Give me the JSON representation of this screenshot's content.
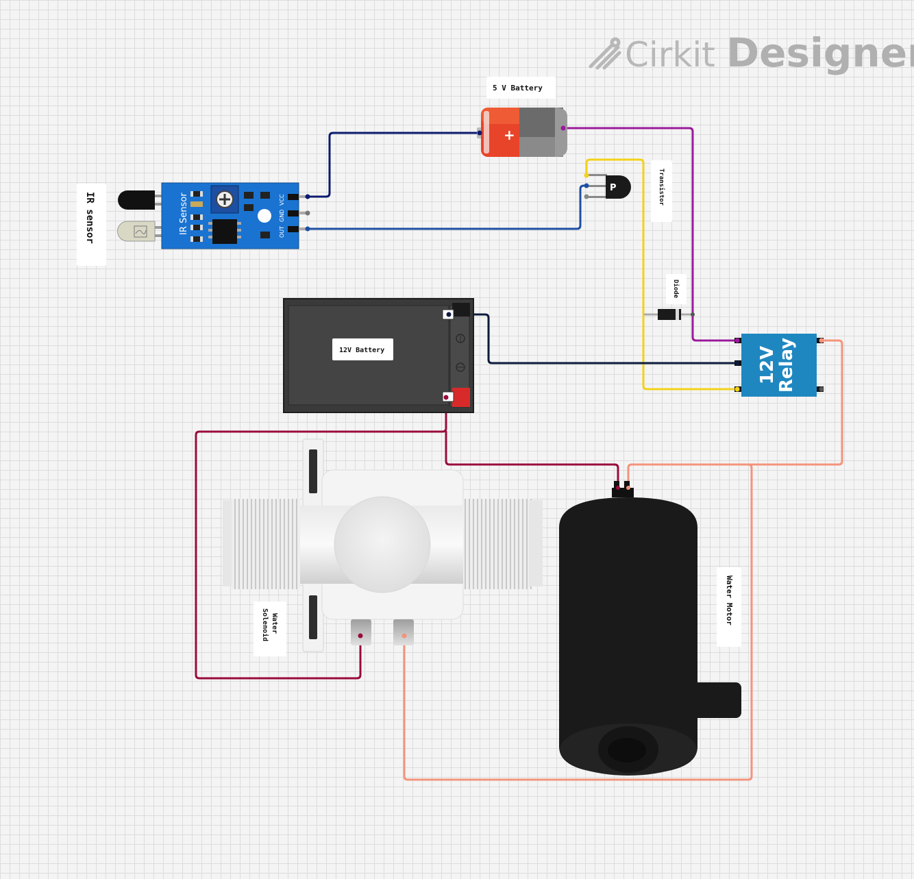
{
  "brand": {
    "name_part1": "Cirkit",
    "name_part2": "Designer"
  },
  "components": {
    "ir_sensor": {
      "label": "IR sensor",
      "board_text": "IR Sensor",
      "pins": [
        "VCC",
        "GND",
        "OUT"
      ]
    },
    "battery_5v": {
      "label": "5 V Battery"
    },
    "transistor": {
      "label": "Transistor",
      "marking": "P"
    },
    "diode": {
      "label": "Diode"
    },
    "relay": {
      "label_line1": "12V",
      "label_line2": "Relay"
    },
    "battery_12v": {
      "label": "12V Battery"
    },
    "water_solenoid": {
      "label_line1": "Water",
      "label_line2": "Solenoid"
    },
    "water_motor": {
      "label": "Water Motor"
    }
  },
  "colors": {
    "wire_navy": "#0b1a6e",
    "wire_blue": "#1d4fa3",
    "wire_dark": "#0d1b3d",
    "wire_purple": "#9b1a9b",
    "wire_yellow": "#f2d21b",
    "wire_maroon": "#9a0b3c",
    "wire_salmon": "#f4937a",
    "relay_blue": "#1f87c0",
    "ir_board": "#1a73d1"
  }
}
